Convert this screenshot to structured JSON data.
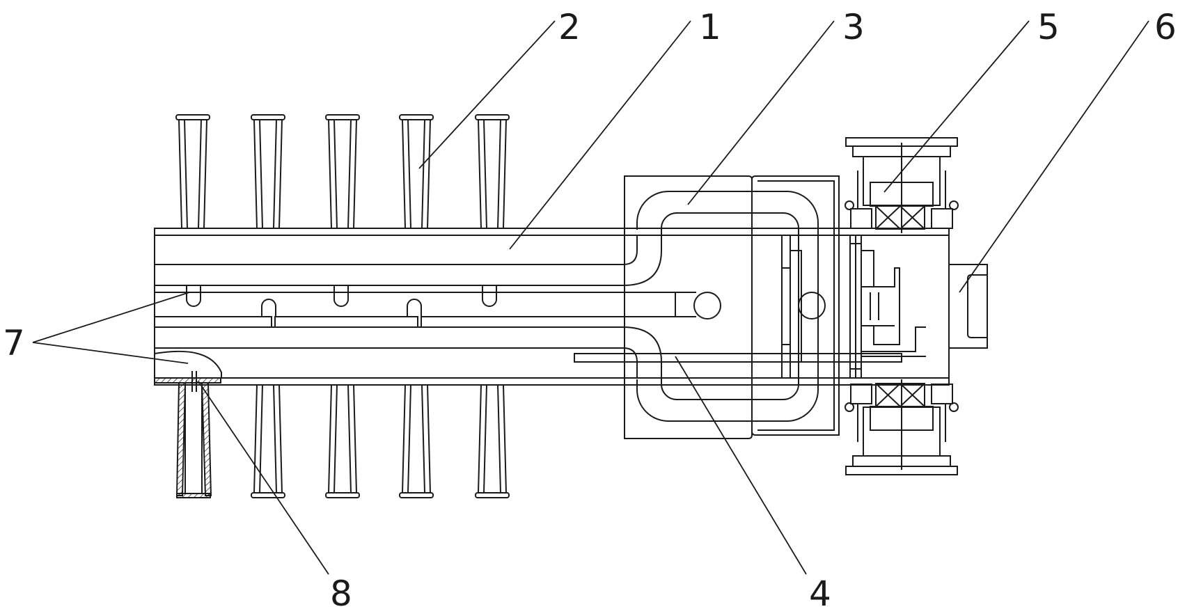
{
  "diagram": {
    "stroke_color": "#1a1a1a",
    "hatch_color": "#1a1a1a",
    "background": "#ffffff",
    "labels": [
      {
        "id": "1",
        "text": "1"
      },
      {
        "id": "2",
        "text": "2"
      },
      {
        "id": "3",
        "text": "3"
      },
      {
        "id": "4",
        "text": "4"
      },
      {
        "id": "5",
        "text": "5"
      },
      {
        "id": "6",
        "text": "6"
      },
      {
        "id": "7",
        "text": "7"
      },
      {
        "id": "8",
        "text": "8"
      }
    ]
  }
}
